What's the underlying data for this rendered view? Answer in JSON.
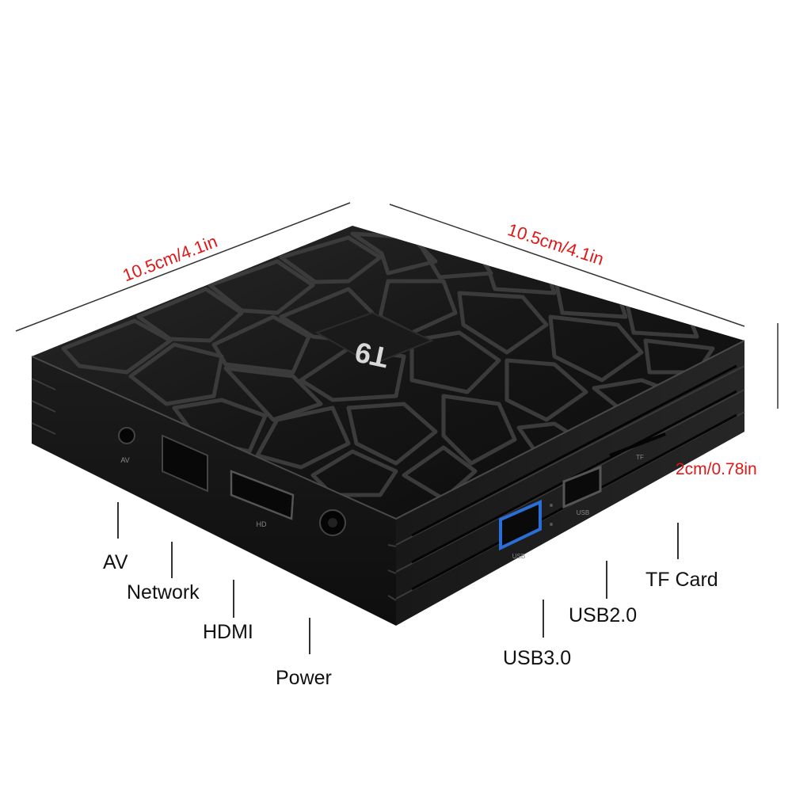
{
  "product": {
    "logo_text": "T9",
    "port_marks": {
      "av": "AV",
      "hd": "HD",
      "usb_a": "USB",
      "usb_b": "USB",
      "tf": "TF"
    }
  },
  "dimensions": {
    "length_left": "10.5cm/4.1in",
    "length_right": "10.5cm/4.1in",
    "height": "2cm/0.78in"
  },
  "port_labels": {
    "av": "AV",
    "network": "Network",
    "hdmi": "HDMI",
    "power": "Power",
    "usb3": "USB3.0",
    "usb2": "USB2.0",
    "tf_card": "TF Card"
  },
  "colors": {
    "dimension_text": "#e01818",
    "device_body": "#141414",
    "usb3_port": "#2a6fd8"
  }
}
